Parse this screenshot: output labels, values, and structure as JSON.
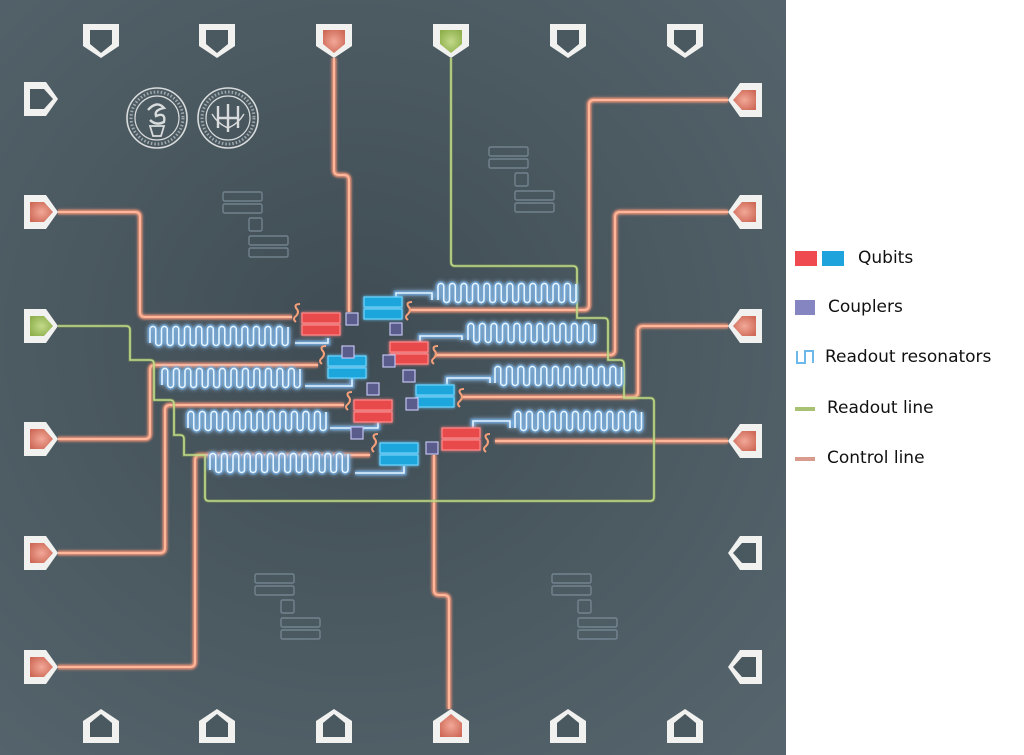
{
  "figure": {
    "description": "Superconducting quantum processor chip layout",
    "colors": {
      "background": "#4a5860",
      "qubit_red": "#e8484b",
      "qubit_blue": "#1ca6dc",
      "coupler": "#5a5c8c",
      "coupler_border": "#c2c2f0",
      "resonator": "#bfe4ff",
      "readout_line": "#a9c86a",
      "control_line": "#f09070",
      "pad_white": "#f1f1ef",
      "pad_red_fill": "#de8070",
      "pad_green_fill": "#9fbe5c"
    },
    "logos": [
      {
        "name": "university-seal-1"
      },
      {
        "name": "university-seal-2"
      }
    ],
    "pads": {
      "top": [
        "empty",
        "empty",
        "control",
        "readout",
        "empty",
        "empty"
      ],
      "left": [
        "empty",
        "control",
        "readout",
        "control",
        "control",
        "control"
      ],
      "right": [
        "control",
        "control",
        "control",
        "control",
        "empty",
        "empty"
      ],
      "bottom": [
        "empty",
        "empty",
        "empty",
        "control",
        "empty",
        "empty"
      ]
    },
    "qubits": [
      {
        "id": "Q1",
        "color": "red"
      },
      {
        "id": "Q2",
        "color": "blue"
      },
      {
        "id": "Q3",
        "color": "red"
      },
      {
        "id": "Q4",
        "color": "blue"
      },
      {
        "id": "Q5",
        "color": "red"
      },
      {
        "id": "Q6",
        "color": "blue"
      },
      {
        "id": "Q7",
        "color": "red"
      },
      {
        "id": "Q8",
        "color": "blue"
      }
    ],
    "coupler_count": 9,
    "resonator_count": 8,
    "ghost_pattern_count": 4
  },
  "legend": {
    "items": [
      {
        "label": "Qubits",
        "icon": "qubit-swatches"
      },
      {
        "label": "Couplers",
        "icon": "coupler-swatch"
      },
      {
        "label": "Readout resonators",
        "icon": "resonator-glyph"
      },
      {
        "label": "Readout line",
        "icon": "green-line-swatch"
      },
      {
        "label": "Control line",
        "icon": "red-line-swatch"
      }
    ]
  }
}
